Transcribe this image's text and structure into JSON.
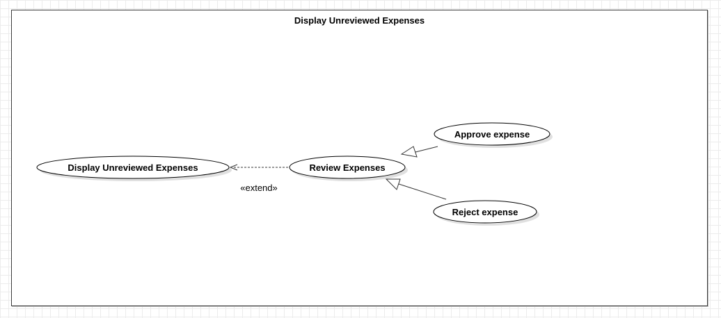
{
  "diagram": {
    "title": "Display Unreviewed Expenses",
    "use_cases": {
      "display": "Display Unreviewed Expenses",
      "review": "Review Expenses",
      "approve": "Approve expense",
      "reject": "Reject expense"
    },
    "relationships": {
      "extend_label": "«extend»"
    }
  }
}
